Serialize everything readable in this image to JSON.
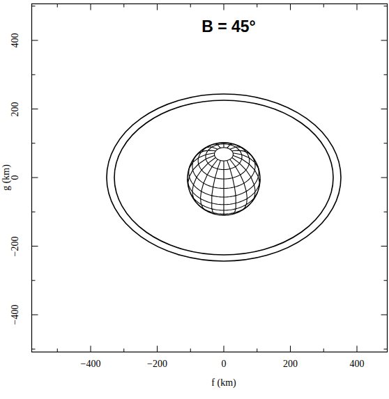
{
  "diagram": {
    "labels": [
      "B = 45°",
      "400",
      "200",
      "0",
      "−200",
      "−400",
      "g (km)",
      "−400",
      "−200",
      "0",
      "200",
      "400",
      "f (km)"
    ]
  }
}
